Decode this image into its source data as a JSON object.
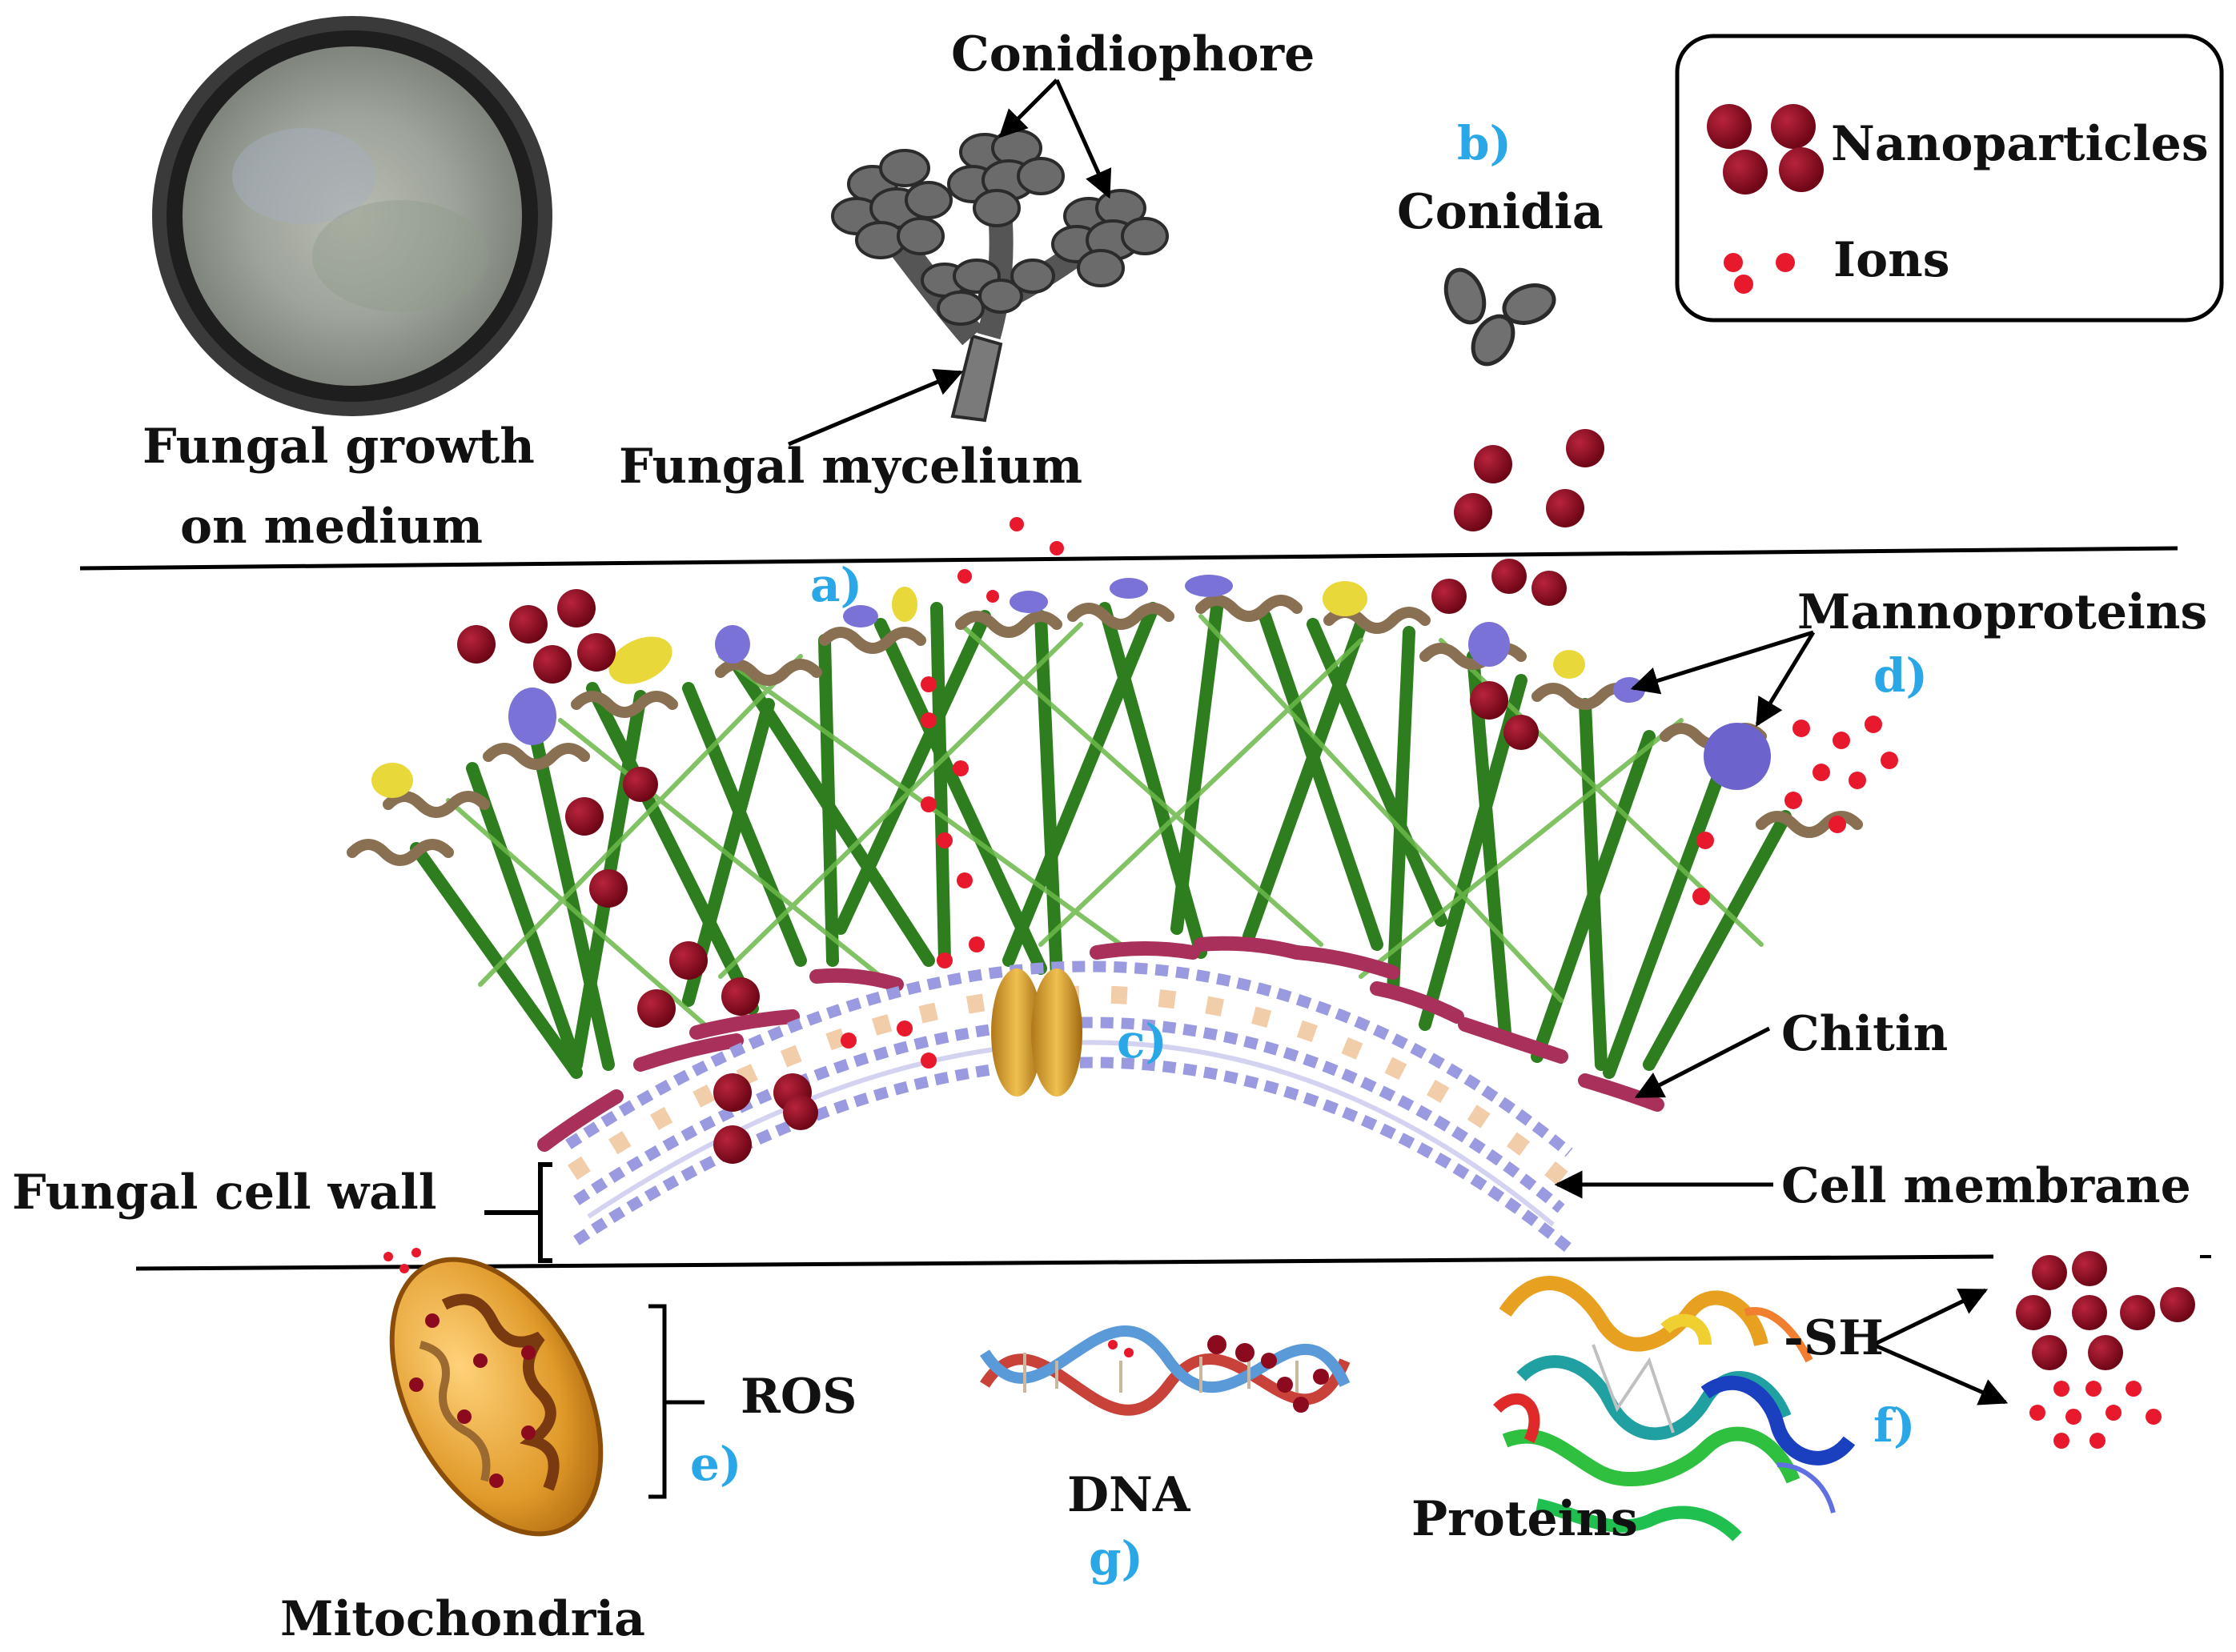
{
  "labels": {
    "fungal_growth_line1": "Fungal growth",
    "fungal_growth_line2": "on medium",
    "conidiophore": "Conidiophore",
    "fungal_mycelium": "Fungal mycelium",
    "conidia": "Conidia",
    "nanoparticles": "Nanoparticles",
    "ions": "Ions",
    "mannoproteins": "Mannoproteins",
    "chitin": "Chitin",
    "cell_membrane": "Cell membrane",
    "fungal_cell_wall": "Fungal cell wall",
    "ros": "ROS",
    "dna": "DNA",
    "proteins": "Proteins",
    "mitochondria": "Mitochondria",
    "sh": "-SH"
  },
  "tags": {
    "a": "a)",
    "b": "b)",
    "c": "c)",
    "d": "d)",
    "e": "e)",
    "f": "f)",
    "g": "g)"
  },
  "colors": {
    "nanoparticle": "#8b0a1e",
    "ion": "#e8192c",
    "tag_blue": "#2aa7e6",
    "chitin_fiber": "#2e7d1e",
    "mannoprotein": "#7a72d6",
    "mannoprotein_yellow": "#e8d83a",
    "glucan": "#b89a78",
    "chitin_arc": "#a8305a",
    "membrane_head": "#8a8ad8",
    "channel": "#d9a030"
  },
  "icons": {
    "petri_dish": "petri-dish-icon",
    "conidiophore": "conidiophore-icon",
    "conidia": "conidia-icon",
    "mitochondrion": "mitochondrion-icon",
    "dna_helix": "dna-helix-icon",
    "protein": "protein-structure-icon"
  }
}
